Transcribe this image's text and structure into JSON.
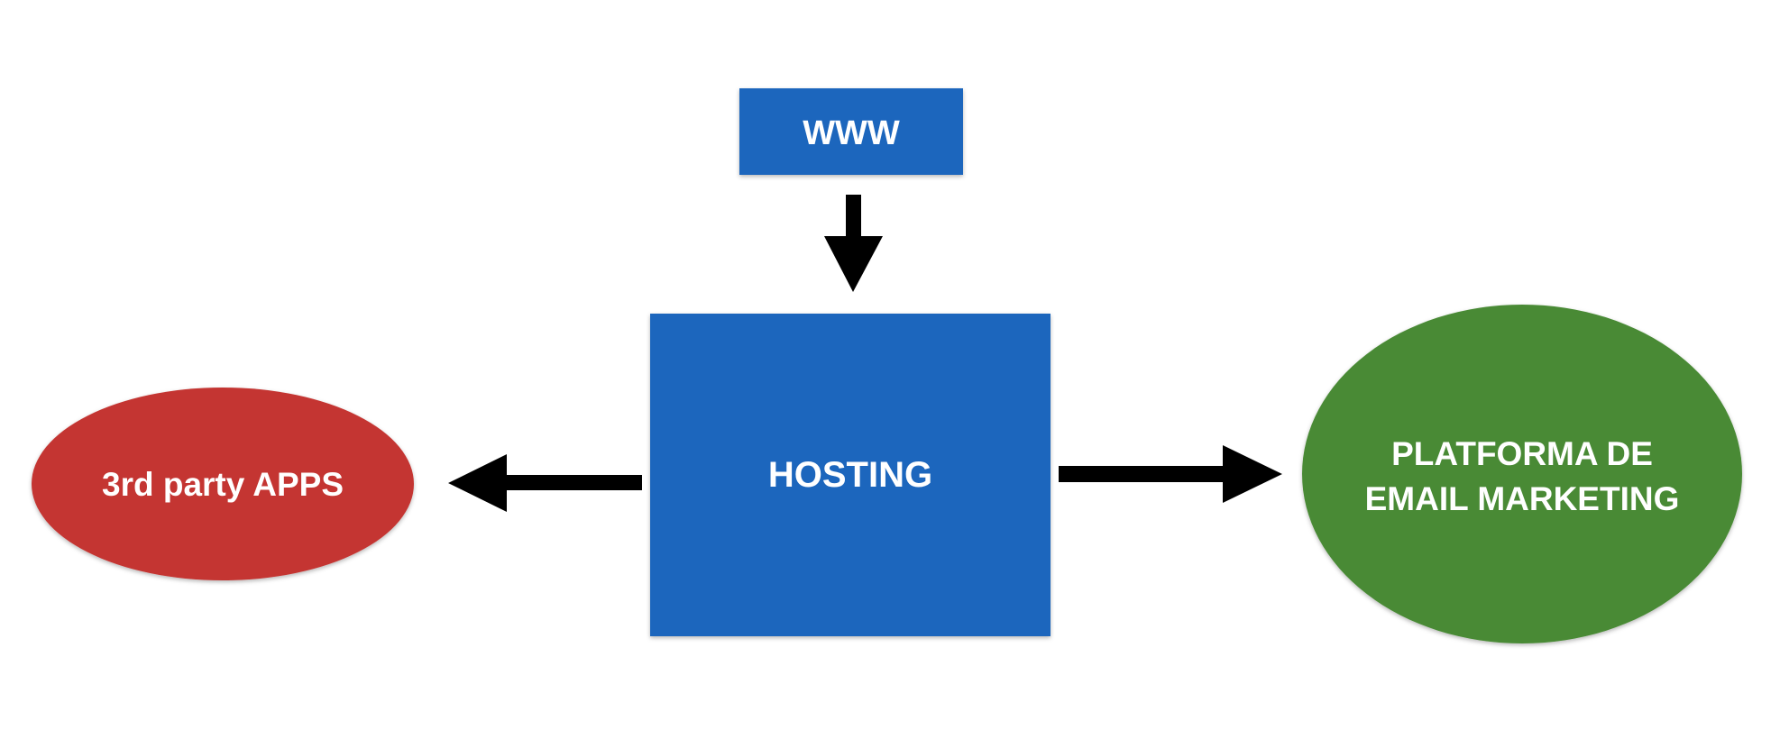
{
  "nodes": {
    "www": {
      "label": "WWW",
      "color": "#1c66bd"
    },
    "hosting": {
      "label": "HOSTING",
      "color": "#1c66bd"
    },
    "third_party": {
      "label": "3rd party APPS",
      "color": "#c43632"
    },
    "email_platform": {
      "label_line1": "PLATFORMA DE",
      "label_line2": "EMAIL MARKETING",
      "color": "#488a34"
    }
  },
  "edges": [
    {
      "from": "www",
      "to": "hosting"
    },
    {
      "from": "hosting",
      "to": "third_party"
    },
    {
      "from": "hosting",
      "to": "email_platform"
    }
  ],
  "arrow_color": "#000000"
}
